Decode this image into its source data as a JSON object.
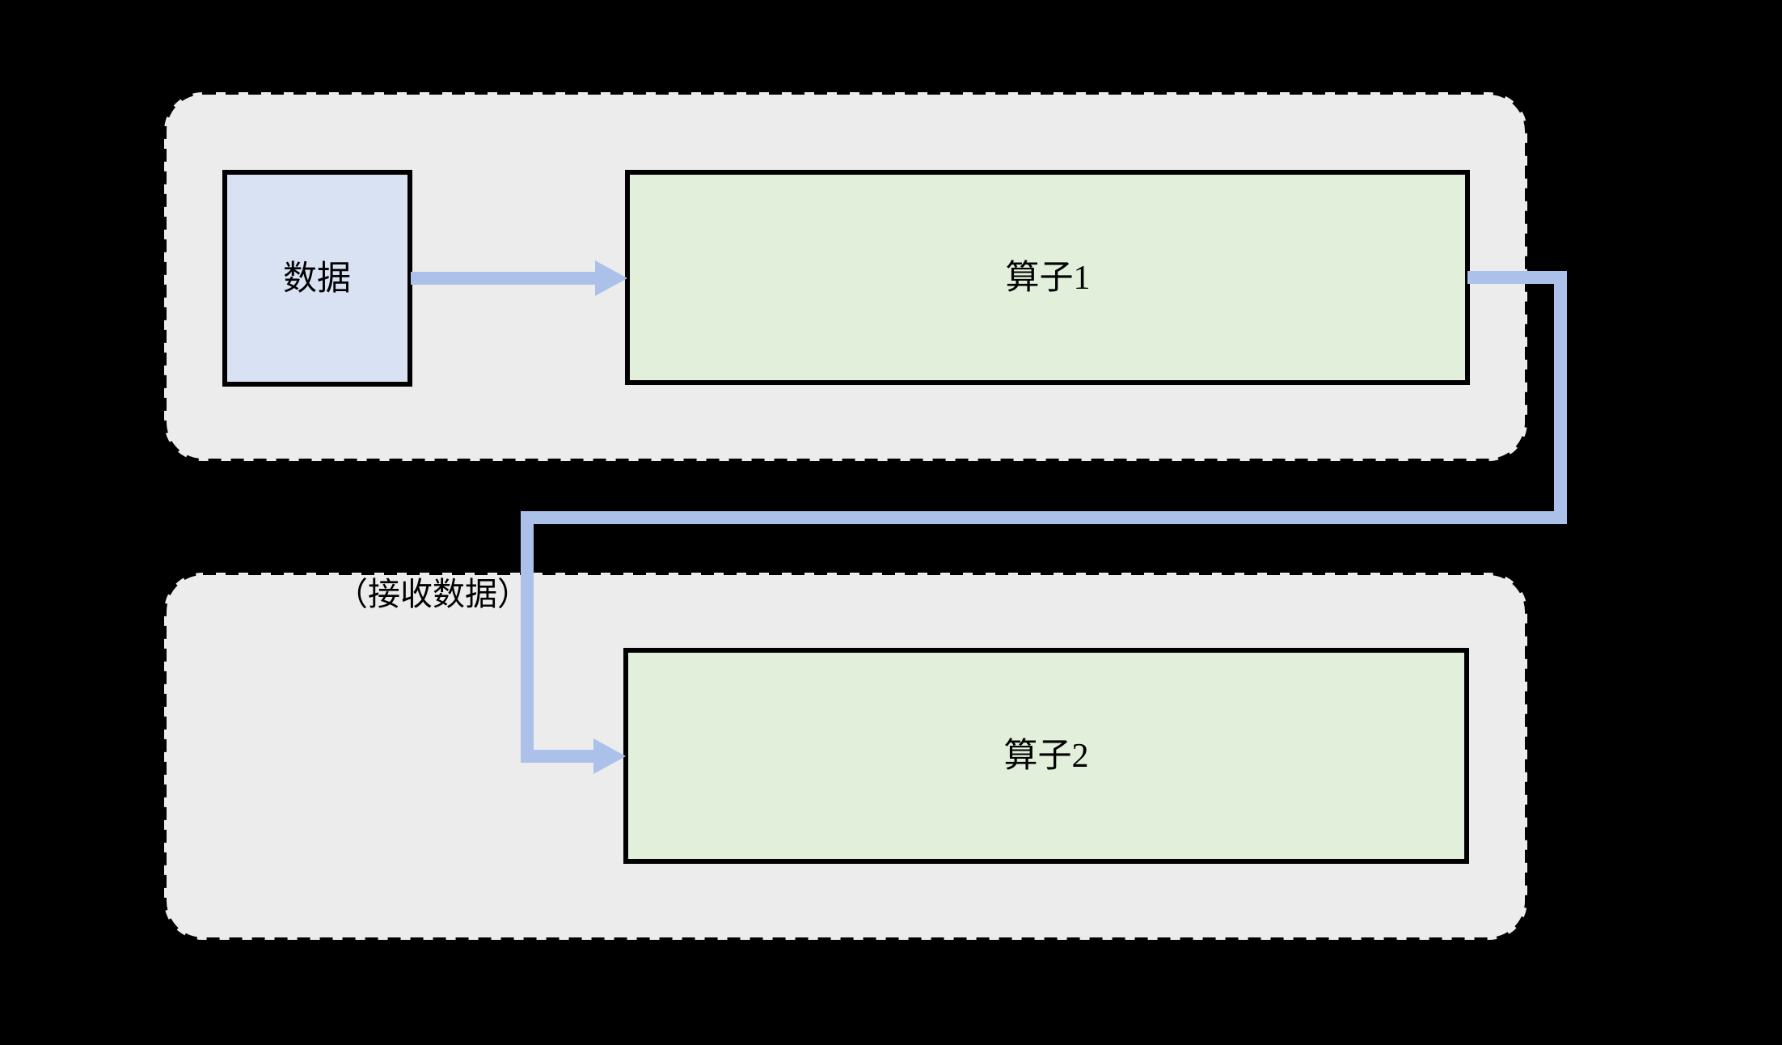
{
  "diagram": {
    "colors": {
      "background": "#000000",
      "stage_fill": "#ececec",
      "stage_border": "#000000",
      "data_box_fill": "#d9e2f3",
      "operator_box_fill": "#e2efda",
      "box_border": "#000000",
      "connector": "#abc1ea",
      "text": "#000000"
    },
    "stage1": {
      "data_label": "数据",
      "operator1_label": "算子1"
    },
    "stage2": {
      "operator2_label": "算子2",
      "receive_label": "（接收数据）"
    }
  }
}
